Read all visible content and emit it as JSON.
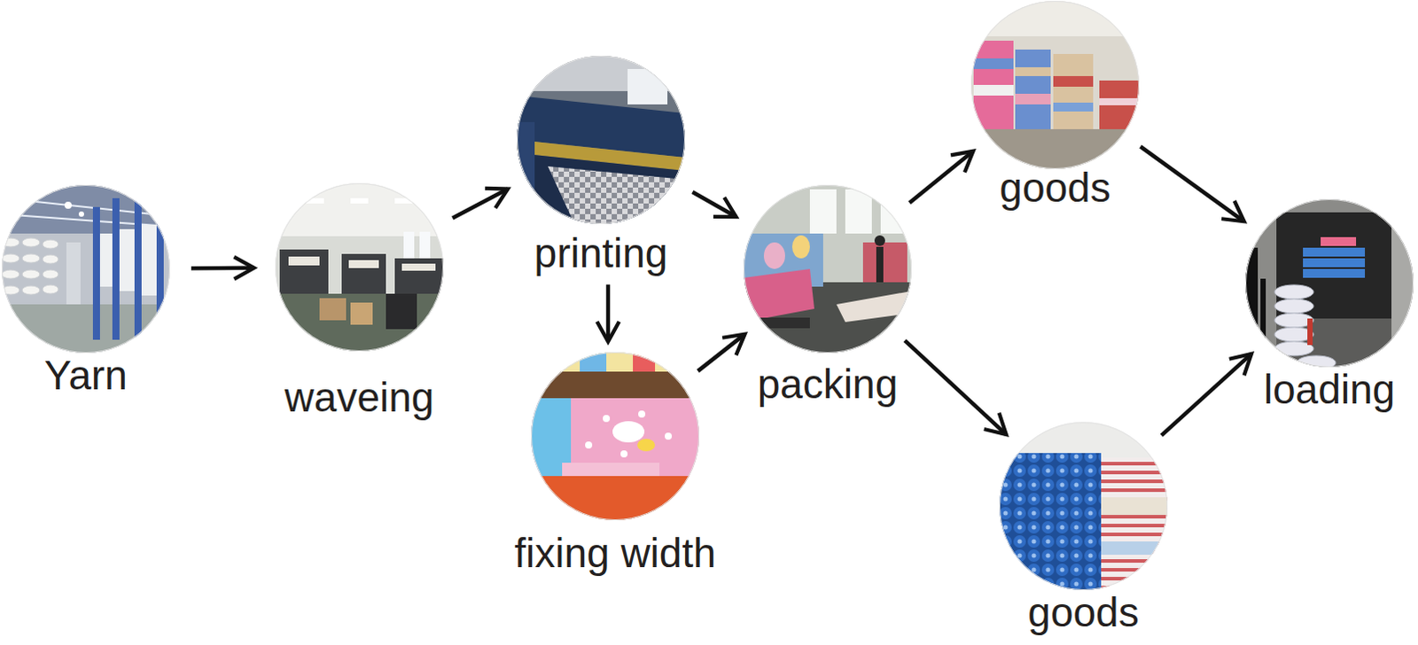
{
  "diagram": {
    "nodes": [
      {
        "text": [
          "Yarn"
        ]
      },
      {
        "text": [
          "waveing"
        ]
      },
      {
        "text": [
          "printing"
        ]
      },
      {
        "text": [
          "fixing width"
        ]
      },
      {
        "text": [
          "packing"
        ]
      },
      {
        "text": [
          "goods"
        ]
      },
      {
        "text": [
          "goods"
        ]
      },
      {
        "text": [
          "loading"
        ]
      }
    ],
    "edges": [
      {
        "from": 0,
        "to": 1,
        "arrow": "to"
      },
      {
        "from": 1,
        "to": 2,
        "arrow": "to"
      },
      {
        "from": 2,
        "to": 3,
        "arrow": "to"
      },
      {
        "from": 2,
        "to": 4,
        "arrow": "to"
      },
      {
        "from": 3,
        "to": 4,
        "arrow": "to"
      },
      {
        "from": 4,
        "to": 5,
        "arrow": "to"
      },
      {
        "from": 4,
        "to": 6,
        "arrow": "to"
      },
      {
        "from": 5,
        "to": 7,
        "arrow": "to"
      },
      {
        "from": 6,
        "to": 7,
        "arrow": "to"
      }
    ]
  }
}
